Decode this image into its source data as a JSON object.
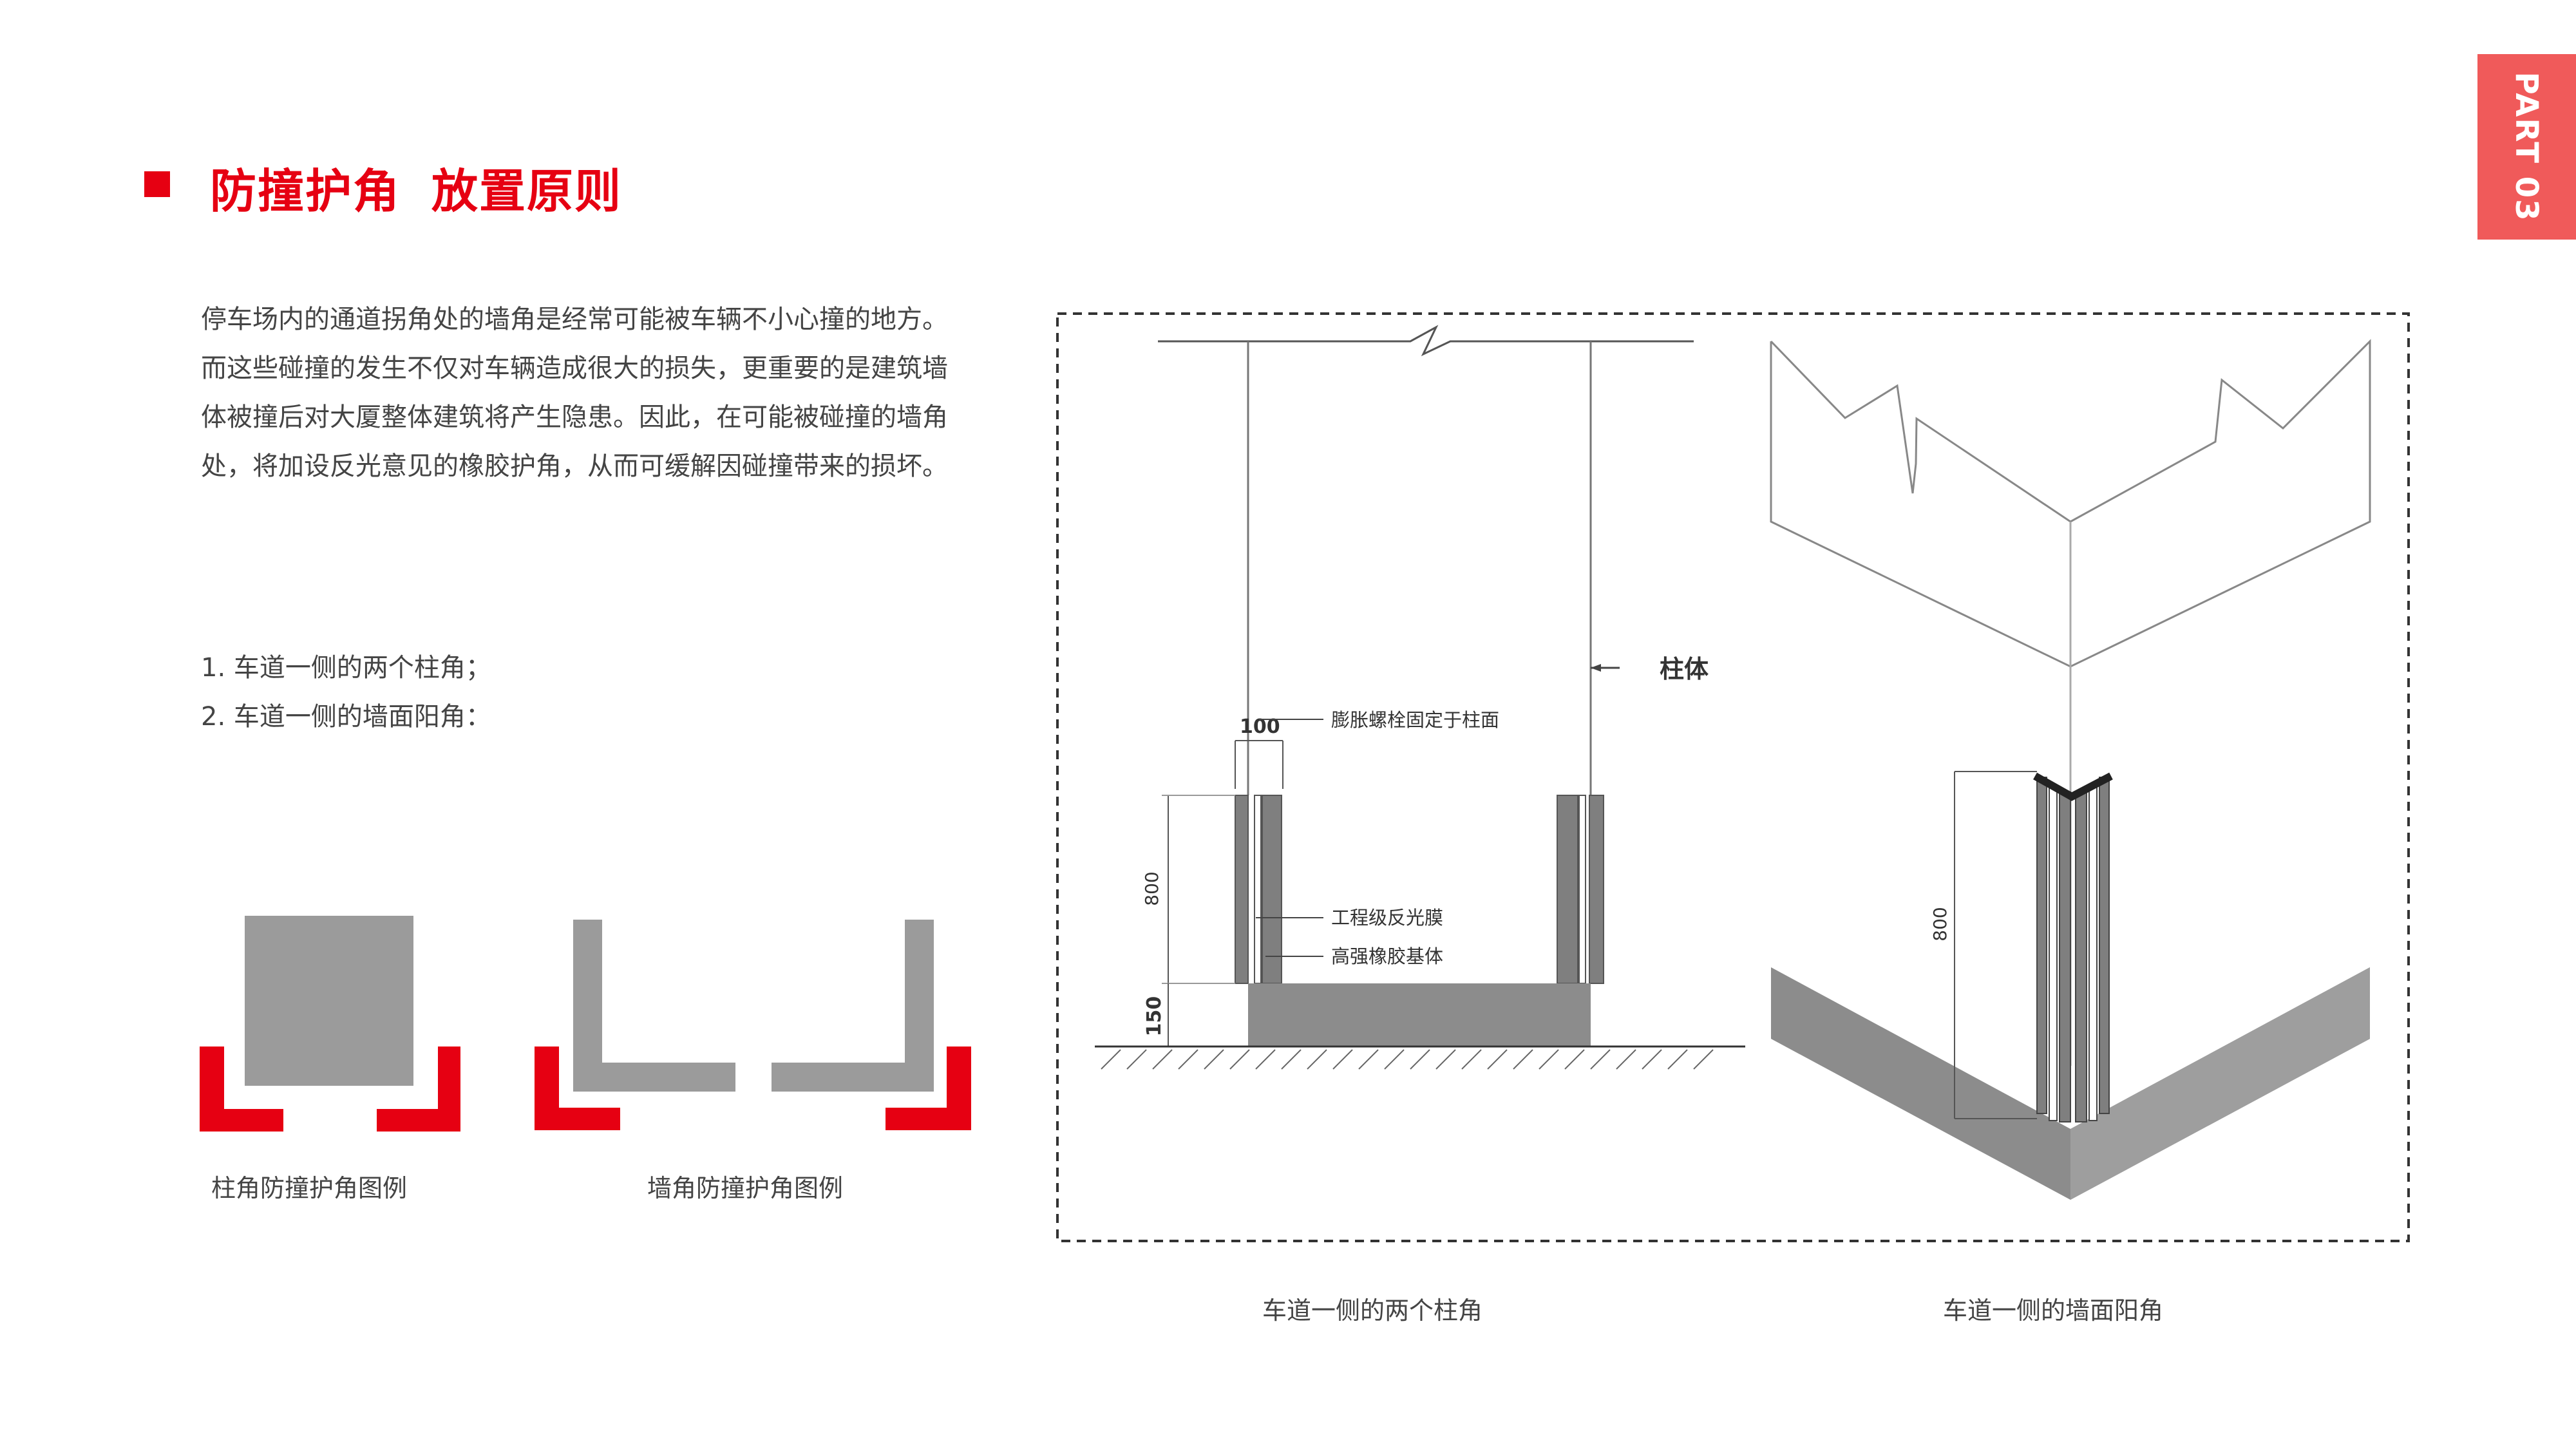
{
  "header": {
    "title_part1": "防撞护角",
    "title_part2": "放置原则",
    "section_tab": "PART 03"
  },
  "intro": {
    "paragraph": "停车场内的通道拐角处的墙角是经常可能被车辆不小心撞的地方。而这些碰撞的发生不仅对车辆造成很大的损失，更重要的是建筑墙体被撞后对大厦整体建筑将产生隐患。因此，在可能被碰撞的墙角处，将加设反光意见的橡胶护角，从而可缓解因碰撞带来的损坏。",
    "list": [
      "1. 车道一侧的两个柱角；",
      "2. 车道一侧的墙面阳角："
    ]
  },
  "legend": {
    "column_caption": "柱角防撞护角图例",
    "wall_caption": "墙角防撞护角图例"
  },
  "drawing": {
    "column_label": "柱体",
    "width_dim": "100",
    "height_dim": "800",
    "base_dim": "150",
    "layer_film": "工程级反光膜",
    "layer_rubber": "高强橡胶基体",
    "layer_bolt": "膨胀螺栓固定于柱面",
    "corner_height_dim": "800",
    "caption_columns": "车道一侧的两个柱角",
    "caption_wall": "车道一侧的墙面阳角"
  },
  "colors": {
    "accent_red": "#e60012",
    "tab_red": "#f05a5a",
    "guard_gray": "#8c8c8c",
    "legend_gray": "#9b9b9b"
  }
}
